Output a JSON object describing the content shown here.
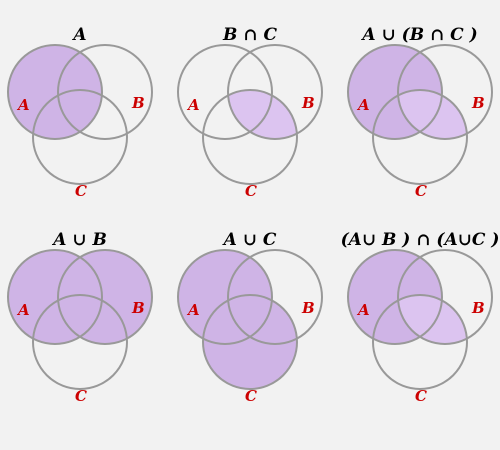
{
  "colors": {
    "background": "#f2f2f2",
    "fill_primary": "#cfb4e6",
    "fill_overlap": "#dcc4f0",
    "outline": "#999999",
    "label": "#cc0000"
  },
  "set_labels": {
    "a": "A",
    "b": "B",
    "c": "C"
  },
  "diagrams": [
    {
      "title": "A",
      "highlight": [
        "A"
      ]
    },
    {
      "title": "B ∩ C",
      "highlight": [
        "B∩C"
      ]
    },
    {
      "title": "A ∪ (B ∩ C )",
      "highlight": [
        "A",
        "B∩C"
      ]
    },
    {
      "title": "A ∪ B",
      "highlight": [
        "A",
        "B"
      ]
    },
    {
      "title": "A ∪ C",
      "highlight": [
        "A",
        "C"
      ]
    },
    {
      "title": "(A∪ B ) ∩ (A∪C )",
      "highlight": [
        "A",
        "B∩C"
      ]
    }
  ]
}
